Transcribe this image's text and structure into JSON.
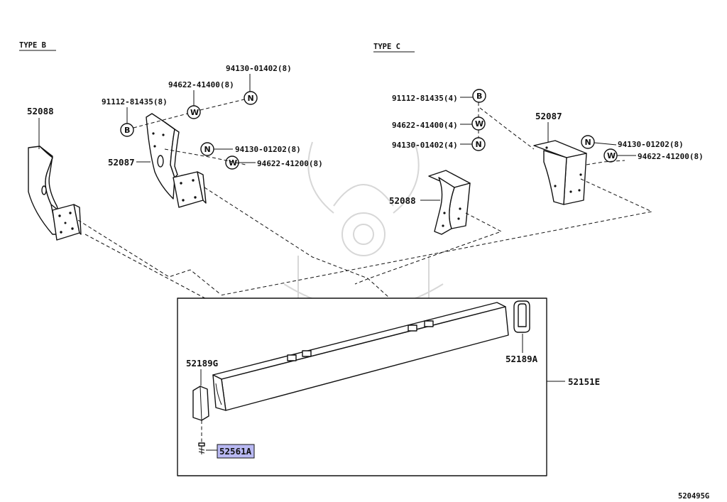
{
  "type_labels": {
    "type_b": "TYPE B",
    "type_c": "TYPE C"
  },
  "fasteners": {
    "b_94130_01402": "94130-01402(8)",
    "b_94622_41400": "94622-41400(8)",
    "b_91112_81435": "91112-81435(8)",
    "b_94130_01202": "94130-01202(8)",
    "b_94622_41200": "94622-41200(8)",
    "c_91112_81435": "91112-81435(4)",
    "c_94622_41400": "94622-41400(4)",
    "c_94130_01402": "94130-01402(4)",
    "c_94130_01202": "94130-01202(8)",
    "c_94622_41200": "94622-41200(8)"
  },
  "symbols": {
    "bolt": "B",
    "washer": "W",
    "nut": "N"
  },
  "parts": {
    "b_52088": "52088",
    "b_52087": "52087",
    "c_52087": "52087",
    "c_52088": "52088",
    "p_52189G": "52189G",
    "p_52189A": "52189A",
    "p_52151E": "52151E",
    "p_52561A": "52561A"
  },
  "diagram_code": "520495G",
  "colors": {
    "line": "#111111",
    "highlight": "#b9b9f3",
    "watermark": "#d7d7d7"
  }
}
